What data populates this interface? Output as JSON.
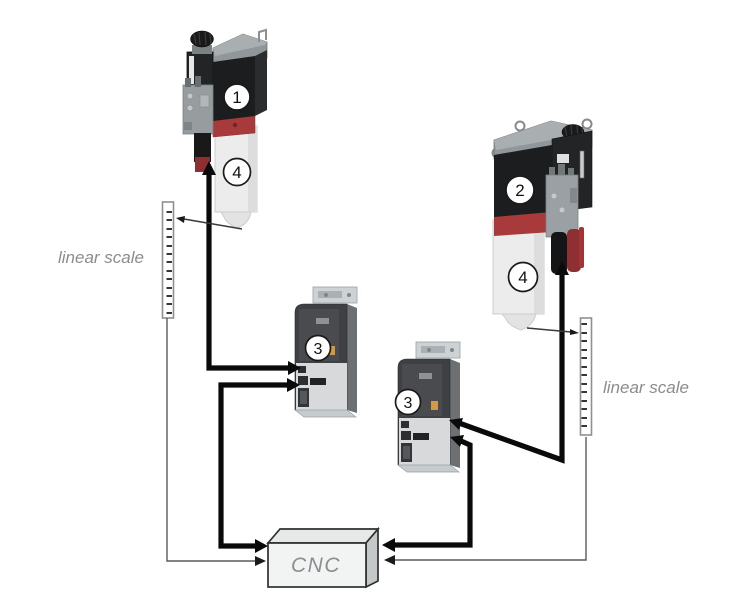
{
  "badges": {
    "unit1": "1",
    "unit2": "2",
    "drive_left": "3",
    "drive_right": "3",
    "cylinder_left": "4",
    "cylinder_right": "4"
  },
  "labels": {
    "linear_scale_left": "linear scale",
    "linear_scale_right": "linear scale",
    "cnc": "CNC"
  },
  "colors": {
    "arrow_black": "#0a0a0a",
    "thin_line": "#3a3a3a",
    "feedback_line": "#5a5a5a",
    "red_band": "#a93a3c",
    "label_gray": "#8c8c8c",
    "device_dark": "#1c1d1e",
    "drive_dark": "#3e4043",
    "drive_light": "#d7d9da",
    "cnc_face": "#f2f3f3"
  }
}
